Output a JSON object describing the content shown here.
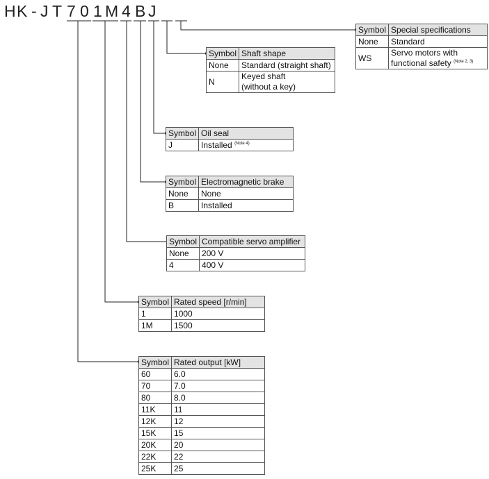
{
  "model_code": [
    "H",
    "K",
    "-",
    "J",
    "T",
    "7",
    "0",
    "1",
    "M",
    "4",
    "B",
    "J"
  ],
  "tables": {
    "special": {
      "header": [
        "Symbol",
        "Special specifications"
      ],
      "rows": [
        [
          "None",
          "Standard"
        ],
        [
          "WS",
          "Servo motors with",
          "functional safety",
          "(Note 2, 3)"
        ]
      ]
    },
    "shaft": {
      "header": [
        "Symbol",
        "Shaft shape"
      ],
      "rows": [
        [
          "None",
          "Standard (straight shaft)"
        ],
        [
          "N",
          "Keyed shaft",
          "(without a key)"
        ]
      ]
    },
    "oil_seal": {
      "header": [
        "Symbol",
        "Oil seal"
      ],
      "rows": [
        [
          "J",
          "Installed",
          "(Note 4)"
        ]
      ]
    },
    "brake": {
      "header": [
        "Symbol",
        "Electromagnetic brake"
      ],
      "rows": [
        [
          "None",
          "None"
        ],
        [
          "B",
          "Installed"
        ]
      ]
    },
    "amplifier": {
      "header": [
        "Symbol",
        "Compatible servo amplifier"
      ],
      "rows": [
        [
          "None",
          "200 V"
        ],
        [
          "4",
          "400 V"
        ]
      ]
    },
    "speed": {
      "header": [
        "Symbol",
        "Rated speed [r/min]"
      ],
      "rows": [
        [
          "1",
          "1000"
        ],
        [
          "1M",
          "1500"
        ]
      ]
    },
    "output": {
      "header": [
        "Symbol",
        "Rated output [kW]"
      ],
      "rows": [
        [
          "60",
          "6.0"
        ],
        [
          "70",
          "7.0"
        ],
        [
          "80",
          "8.0"
        ],
        [
          "11K",
          "11"
        ],
        [
          "12K",
          "12"
        ],
        [
          "15K",
          "15"
        ],
        [
          "20K",
          "20"
        ],
        [
          "22K",
          "22"
        ],
        [
          "25K",
          "25"
        ]
      ]
    }
  }
}
